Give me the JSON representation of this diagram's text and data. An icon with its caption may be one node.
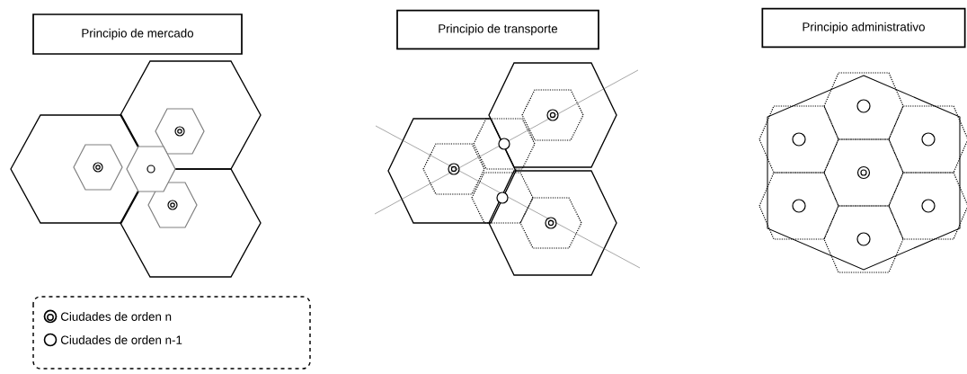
{
  "diagram": {
    "nodes": [
      {
        "text": [
          "Principio de mercado"
        ]
      },
      {
        "text": [
          "Principio de transporte"
        ]
      },
      {
        "text": [
          "Principio administrativo"
        ]
      }
    ],
    "legend": [
      {
        "text": "Ciudades de orden n"
      },
      {
        "text": "Ciudades de orden n-1"
      }
    ]
  }
}
